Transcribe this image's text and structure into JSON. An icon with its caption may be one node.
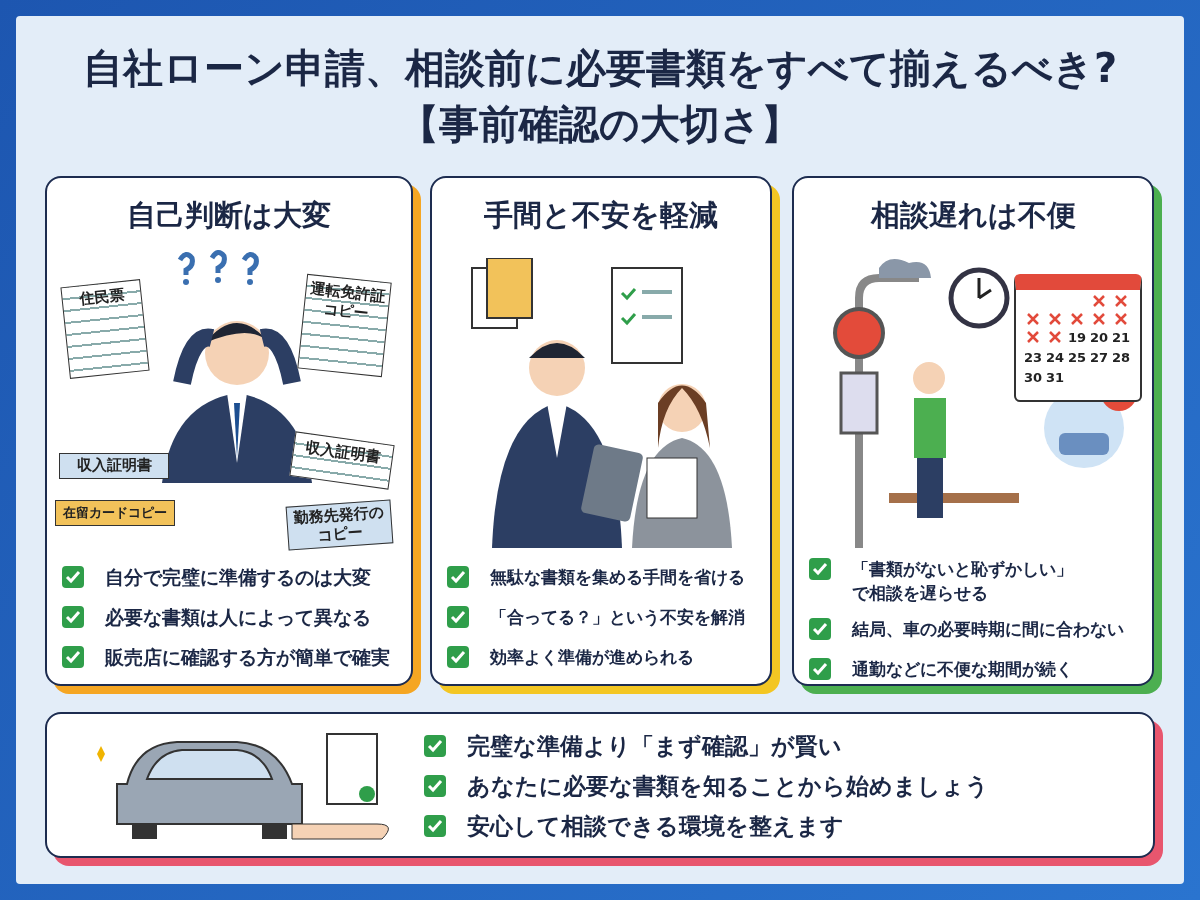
{
  "diagram": {
    "title": "自社ローン申請、相談前に必要書類をすべて揃えるべき?【事前確認の大切さ】",
    "nodes": [
      {
        "text": [
          "自己判断は大変",
          "自分で完璧に準備するのは大変",
          "必要な書類は人によって異なる",
          "販売店に確認する方が簡単で確実"
        ]
      },
      {
        "text": [
          "手間と不安を軽減",
          "無駄な書類を集める手間を省ける",
          "「合ってる？」という不安を解消",
          "効率よく準備が進められる"
        ]
      },
      {
        "text": [
          "相談遅れは不便",
          "「書類がないと恥ずかしい」で相談を遅らせる",
          "結局、車の必要時期に間に合わない",
          "通勤などに不便な期間が続く"
        ]
      },
      {
        "text": [
          "完璧な準備より「まず確認」が賢い",
          "あなたに必要な書類を知ることから始めましょう",
          "安心して相談できる環境を整えます"
        ]
      }
    ],
    "edges": [],
    "labels": [
      "住民票",
      "運転免許証コピー",
      "収入証明書",
      "在留カードコピー",
      "収入証明書",
      "勤務先発行のコピー",
      "19",
      "20",
      "21",
      "23",
      "24",
      "25",
      "27",
      "28",
      "30",
      "31"
    ]
  }
}
